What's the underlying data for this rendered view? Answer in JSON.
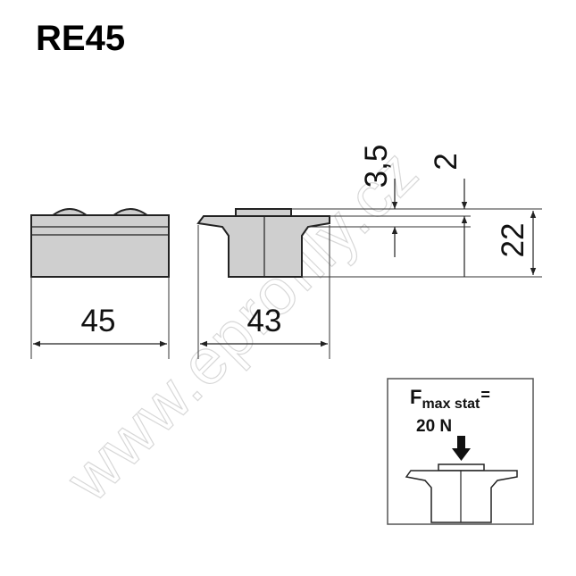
{
  "title": "RE45",
  "watermark": "www.eprofily.cz",
  "dimensions": {
    "width_left": "45",
    "width_right": "43",
    "dim_3_5": "3,5",
    "dim_2": "2",
    "dim_22": "22"
  },
  "load_box": {
    "force_symbol": "F",
    "force_subscript": "max stat",
    "equals": "=",
    "force_value": "20 N"
  },
  "colors": {
    "part_fill": "#cfcfcf",
    "outline": "#222222",
    "watermark": "#d8d8d8"
  }
}
